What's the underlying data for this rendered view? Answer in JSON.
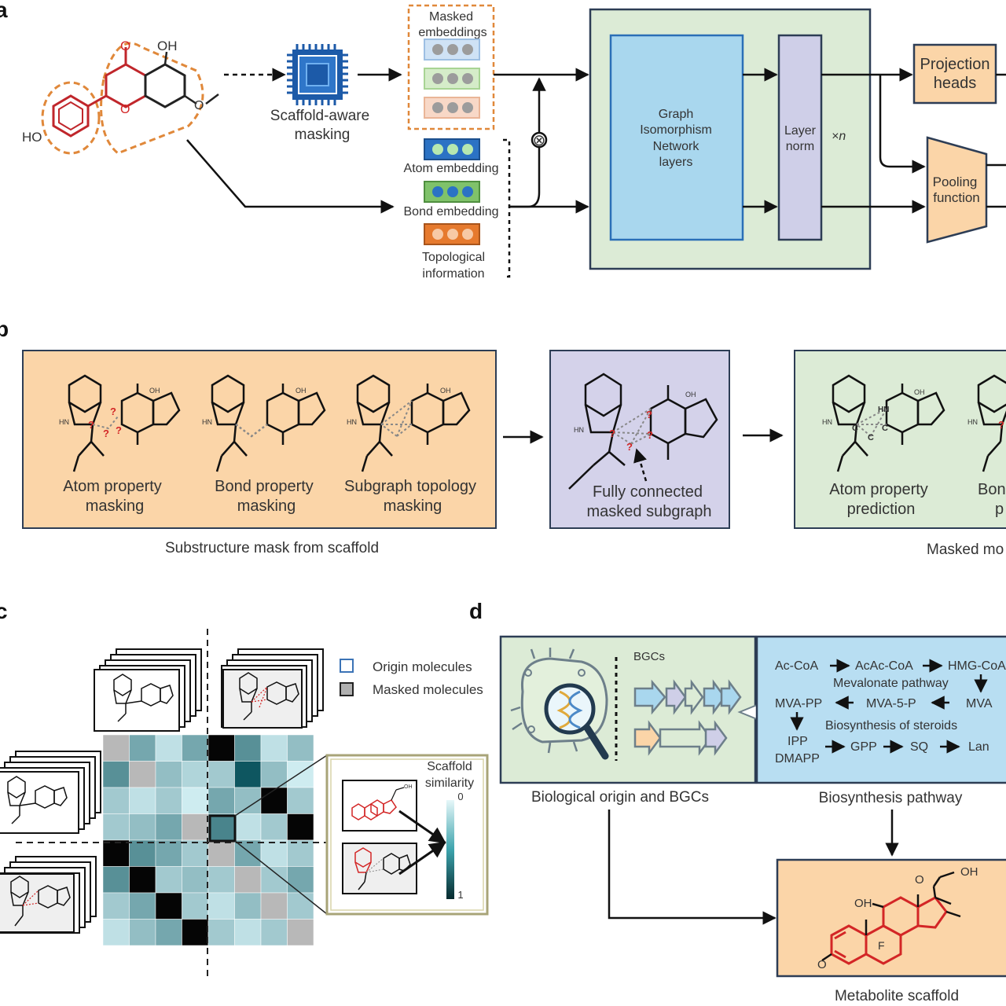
{
  "colors": {
    "green_box": "#dcebd6",
    "blue_box": "#a9d7ee",
    "lavender_box": "#cfcfe8",
    "orange_box": "#fbd5a8",
    "purple_box": "#d4d2ea",
    "red": "#d32626",
    "teal_dark": "#0f5b66",
    "teal_mid": "#2a9aa6",
    "teal_light": "#8fd3da",
    "blue_pathway_box": "#b8def2"
  },
  "panel_a": {
    "label": "a",
    "molecule_oh_top": "OH",
    "molecule_o_top": "O",
    "molecule_ho": "HO",
    "molecule_o_ring": "O",
    "molecule_o_methoxy": "O",
    "masking_title": "Scaffold-aware\nmasking",
    "masking_line1": "Scaffold-aware",
    "masking_line2": "masking",
    "masked_embeddings_line1": "Masked",
    "masked_embeddings_line2": "embeddings",
    "atom_embedding": "Atom embedding",
    "bond_embedding": "Bond embedding",
    "topo_line1": "Topological",
    "topo_line2": "information",
    "gin_line1": "Graph",
    "gin_line2": "Isomorphism",
    "gin_line3": "Network",
    "gin_line4": "layers",
    "layernorm_line1": "Layer",
    "layernorm_line2": "norm",
    "times_n": "×n",
    "projection_line1": "Projection",
    "projection_line2": "heads",
    "pooling_line1": "Pooling",
    "pooling_line2": "function",
    "multiply_symbol": "⊗"
  },
  "panel_b": {
    "label": "b",
    "atom_mask_line1": "Atom property",
    "atom_mask_line2": "masking",
    "bond_mask_line1": "Bond property",
    "bond_mask_line2": "masking",
    "subgraph_mask_line1": "Subgraph topology",
    "subgraph_mask_line2": "masking",
    "substructure_caption": "Substructure mask from scaffold",
    "fully_connected_line1": "Fully connected",
    "fully_connected_line2": "masked subgraph",
    "atom_pred_line1": "Atom property",
    "atom_pred_line2": "prediction",
    "bond_pred_partial_line1": "Bon",
    "bond_pred_partial_line2": "p",
    "masked_caption_partial": "Masked mo",
    "question": "?",
    "hn": "HN",
    "oh": "OH",
    "n": "N",
    "o": "O",
    "c": "C"
  },
  "panel_c": {
    "label": "c",
    "legend_origin": "Origin molecules",
    "legend_masked": "Masked molecules",
    "scaffold_similarity_line1": "Scaffold",
    "scaffold_similarity_line2": "similarity",
    "scale_top": "0",
    "scale_bottom": "1",
    "heatmap": [
      [
        0.25,
        0.6,
        0.35,
        0.6,
        1.0,
        0.7,
        0.35,
        0.5
      ],
      [
        0.7,
        0.25,
        0.5,
        0.4,
        0.45,
        0.95,
        0.5,
        0.3
      ],
      [
        0.45,
        0.35,
        0.45,
        0.3,
        0.6,
        0.5,
        1.0,
        0.45
      ],
      [
        0.45,
        0.5,
        0.6,
        0.25,
        0.75,
        0.35,
        0.45,
        1.0
      ],
      [
        1.0,
        0.7,
        0.6,
        0.45,
        0.25,
        0.6,
        0.35,
        0.45
      ],
      [
        0.7,
        1.0,
        0.45,
        0.5,
        0.45,
        0.25,
        0.45,
        0.6
      ],
      [
        0.45,
        0.6,
        1.0,
        0.45,
        0.35,
        0.5,
        0.25,
        0.45
      ],
      [
        0.35,
        0.5,
        0.6,
        1.0,
        0.45,
        0.35,
        0.45,
        0.25
      ]
    ]
  },
  "panel_d": {
    "label": "d",
    "bgcs": "BGCs",
    "bio_origin_caption": "Biological origin and BGCs",
    "pathway_caption": "Biosynthesis pathway",
    "acCoA": "Ac-CoA",
    "acacCoA": "AcAc-CoA",
    "hmgCoA": "HMG-CoA",
    "mevalonate": "Mevalonate pathway",
    "mvapp": "MVA-PP",
    "mva5p": "MVA-5-P",
    "mva": "MVA",
    "steroids": "Biosynthesis of steroids",
    "ipp": "IPP",
    "dmapp": "DMAPP",
    "gpp": "GPP",
    "sq": "SQ",
    "lan": "Lan",
    "metabolite_caption": "Metabolite scaffold",
    "mol_oh_top": "OH",
    "mol_o_top": "O",
    "mol_oh_left": "OH",
    "mol_f": "F",
    "mol_o_left": "O"
  }
}
